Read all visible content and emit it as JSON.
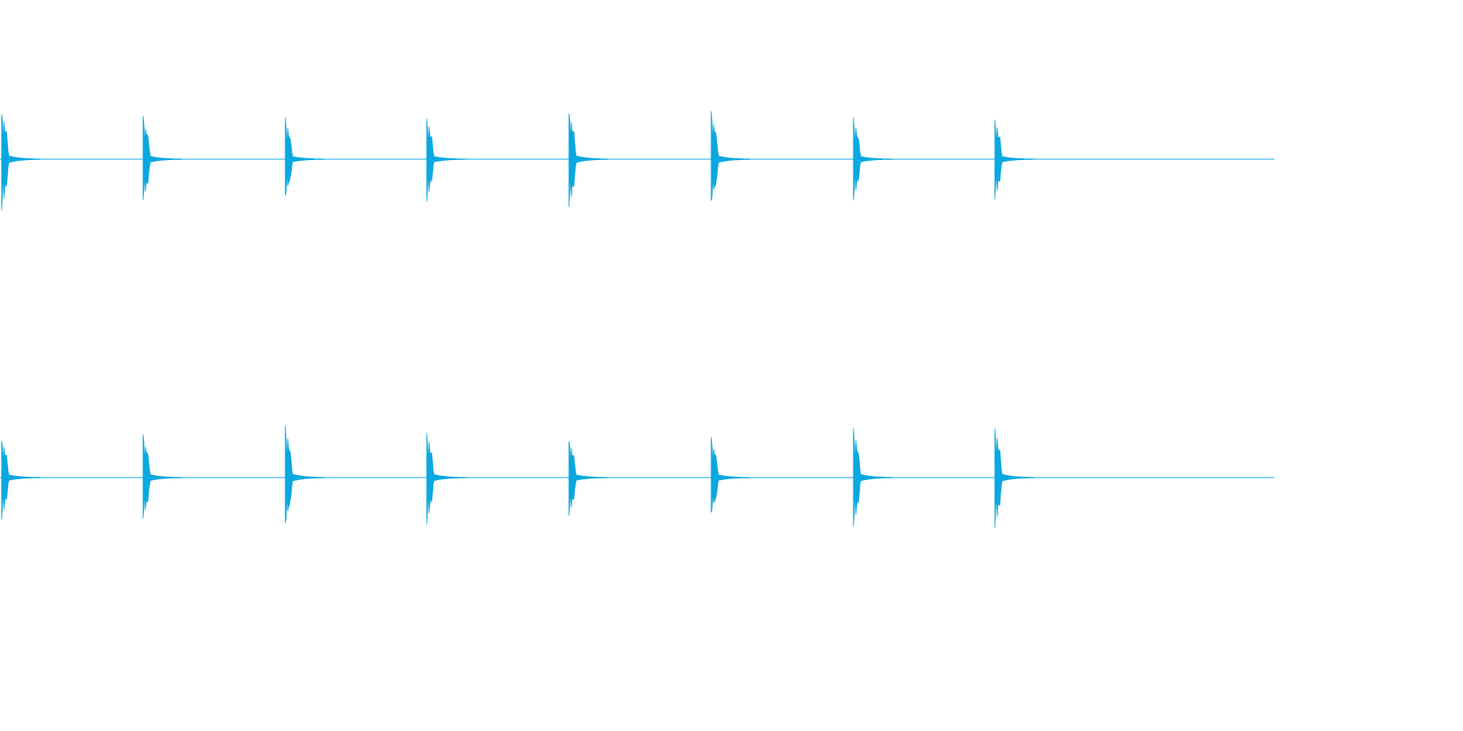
{
  "waveform": {
    "color": "#0aa8e0",
    "background": "#ffffff",
    "sample_count": 1568,
    "channels": [
      {
        "transients": [
          {
            "sample": 2,
            "amplitude": 0.98
          },
          {
            "sample": 176,
            "amplitude": 0.86
          },
          {
            "sample": 351,
            "amplitude": 0.8
          },
          {
            "sample": 525,
            "amplitude": 0.82
          },
          {
            "sample": 700,
            "amplitude": 0.98
          },
          {
            "sample": 875,
            "amplitude": 0.95
          },
          {
            "sample": 1050,
            "amplitude": 0.8
          },
          {
            "sample": 1224,
            "amplitude": 0.8
          }
        ]
      },
      {
        "transients": [
          {
            "sample": 2,
            "amplitude": 0.8
          },
          {
            "sample": 176,
            "amplitude": 0.86
          },
          {
            "sample": 351,
            "amplitude": 1.0
          },
          {
            "sample": 525,
            "amplitude": 0.9
          },
          {
            "sample": 700,
            "amplitude": 0.78
          },
          {
            "sample": 875,
            "amplitude": 0.8
          },
          {
            "sample": 1050,
            "amplitude": 0.95
          },
          {
            "sample": 1224,
            "amplitude": 1.0
          }
        ]
      }
    ]
  }
}
